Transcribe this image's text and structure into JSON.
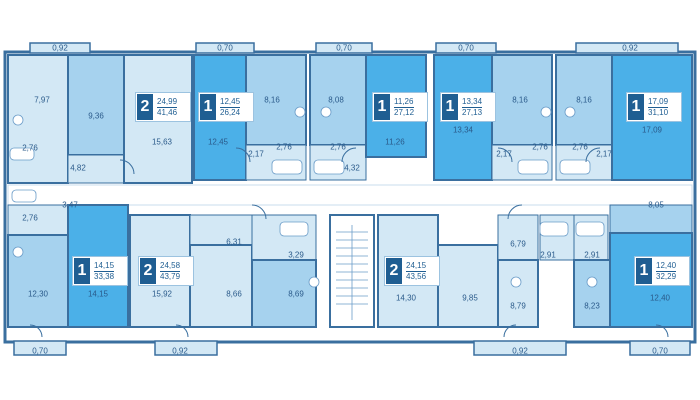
{
  "colors": {
    "light": "#d3e8f5",
    "mid": "#a6d2ee",
    "dark": "#4bb0e8",
    "wall": "#3a6f9f",
    "text": "#2a5a8a",
    "badge": "#1f5e92"
  },
  "balconies": [
    "0,92",
    "0,70",
    "0,70",
    "0,70",
    "0,92",
    "0,70",
    "0,92",
    "0,92",
    "0,70"
  ],
  "apartments": [
    {
      "rooms": "2",
      "living": "24,99",
      "total": "41,46"
    },
    {
      "rooms": "1",
      "living": "12,45",
      "total": "26,24"
    },
    {
      "rooms": "1",
      "living": "11,26",
      "total": "27,12"
    },
    {
      "rooms": "1",
      "living": "13,34",
      "total": "27,13"
    },
    {
      "rooms": "1",
      "living": "17,09",
      "total": "31,10"
    },
    {
      "rooms": "1",
      "living": "14,15",
      "total": "33,38"
    },
    {
      "rooms": "2",
      "living": "24,58",
      "total": "43,79"
    },
    {
      "rooms": "2",
      "living": "24,15",
      "total": "43,56"
    },
    {
      "rooms": "1",
      "living": "12,40",
      "total": "32,29"
    }
  ],
  "rooms": {
    "t_a1_kitchen": "7,97",
    "t_a1_bath": "2,76",
    "t_a1_room": "9,36",
    "t_a1_hall": "4,82",
    "t_a2_room": "15,63",
    "t_a3_room": "12,45",
    "t_a3_kitchen": "8,16",
    "t_a3_hall": "2,17",
    "t_a3_bath": "2,76",
    "t_a4_kitchen": "8,08",
    "t_a4_bath": "2,76",
    "t_a4_room": "11,26",
    "t_a4_hall": "4,32",
    "t_a5_room": "13,34",
    "t_a5_kitchen": "8,16",
    "t_a5_hall": "2,17",
    "t_a5_bath": "2,76",
    "t_a6_kitchen": "8,16",
    "t_a6_bath": "2,76",
    "t_a6_hall": "2,17",
    "t_a6_room": "17,09",
    "b_a1_hall": "3,47",
    "b_a1_bath": "2,76",
    "b_a1_kitchen": "12,30",
    "b_a1_room": "14,15",
    "b_a2_room": "15,92",
    "b_a2_hall": "6,31",
    "b_a2_room2": "8,66",
    "b_a2_bath": "3,29",
    "b_a2_kitchen": "8,69",
    "b_a3_room": "14,30",
    "b_a3_room2": "9,85",
    "b_a3_hall": "6,79",
    "b_a3_kitchen": "8,79",
    "b_a3_bath": "2,91",
    "b_a4_bath": "2,91",
    "b_a4_kitchen": "8,23",
    "b_a4_hall": "8,05",
    "b_a4_room": "12,40"
  }
}
